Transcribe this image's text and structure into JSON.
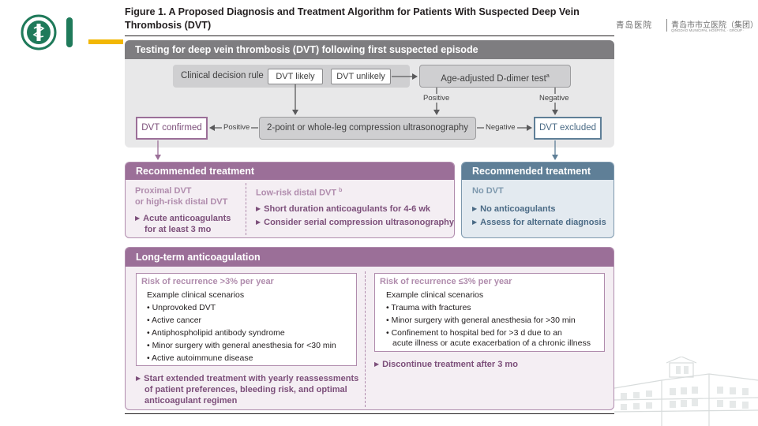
{
  "header": {
    "title": "Figure 1. A Proposed Diagnosis and Treatment Algorithm for Patients With Suspected Deep Vein Thrombosis (DVT)",
    "hospital_name": "青岛医院",
    "hospital_name_prefix": "",
    "hospital_name2": "青岛市市立医院（集团）",
    "hospital_subtitle": "QINGDAO MUNICIPAL HOSPITAL · GROUP ·"
  },
  "testing": {
    "title": "Testing for deep vein thrombosis (DVT) following first suspected episode",
    "clinical_rule": "Clinical decision rule",
    "dvt_likely": "DVT likely",
    "dvt_unlikely": "DVT unlikely",
    "ddimer": "Age-adjusted D-dimer test",
    "ddimer_sup": "a",
    "ultrasound": "2-point or whole-leg compression ultrasonography",
    "confirmed": "DVT confirmed",
    "excluded": "DVT excluded",
    "positive1": "Positive",
    "negative1": "Negative",
    "positive2": "Positive",
    "negative2": "Negative"
  },
  "recommended_left": {
    "title": "Recommended treatment",
    "col1_heading_1": "Proximal DVT",
    "col1_heading_2": "or high-risk distal DVT",
    "col1_bullet_1": "Acute anticoagulants",
    "col1_bullet_2": "for at least 3 mo",
    "col2_heading": "Low-risk distal DVT",
    "col2_heading_sup": "b",
    "col2_bullet_1": "Short duration anticoagulants for 4-6 wk",
    "col2_bullet_2": "Consider serial compression ultrasonography"
  },
  "recommended_right": {
    "title": "Recommended treatment",
    "heading": "No DVT",
    "bullet_1": "No anticoagulants",
    "bullet_2": "Assess for alternate diagnosis"
  },
  "long_term": {
    "title": "Long-term anticoagulation",
    "left": {
      "heading": "Risk of recurrence >3% per year",
      "subheading": "Example clinical scenarios",
      "items": [
        "Unprovoked DVT",
        "Active cancer",
        "Antiphospholipid antibody syndrome",
        "Minor surgery with general anesthesia for <30 min",
        "Active autoimmune disease"
      ],
      "action_1": "Start extended treatment with yearly reassessments",
      "action_2": "of patient preferences, bleeding risk, and optimal",
      "action_3": "anticoagulant regimen"
    },
    "right": {
      "heading": "Risk of recurrence ≤3% per year",
      "subheading": "Example clinical scenarios",
      "items": [
        "Trauma with fractures",
        "Minor surgery with general anesthesia for >30 min",
        "Confinement to hospital bed for >3 d due to an",
        "acute illness or acute exacerbation of a chronic illness"
      ],
      "action": "Discontinue treatment after 3 mo"
    }
  },
  "colors": {
    "purple": "#9b6f98",
    "blue": "#5f7f97",
    "gray_header": "#7e7d80",
    "accent_yellow": "#f2b705",
    "accent_green": "#1f7a5a"
  },
  "icons": {
    "logo": "hospital-emblem-icon",
    "building": "building-illustration-icon"
  }
}
